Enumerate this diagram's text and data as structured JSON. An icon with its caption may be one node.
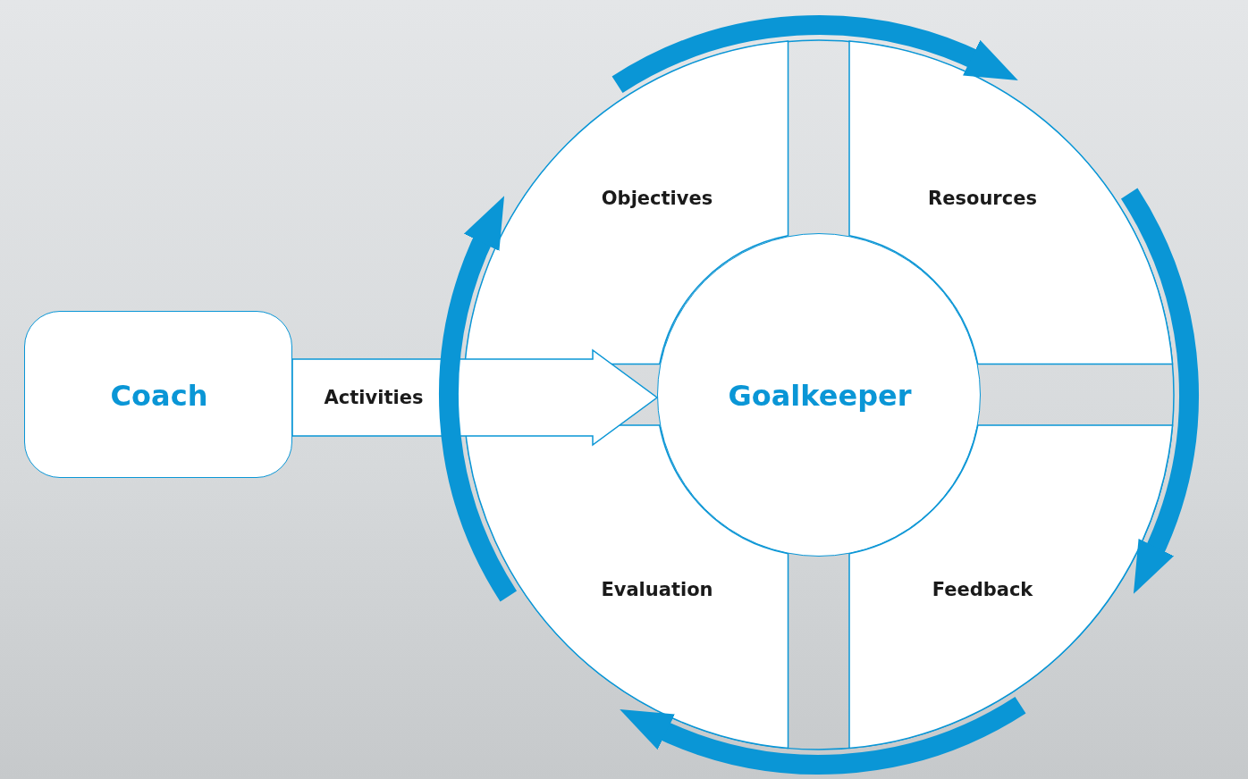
{
  "diagram": {
    "nodes": [
      {
        "text": [
          "Coach"
        ]
      },
      {
        "text": [
          "Goalkeeper"
        ]
      },
      {
        "text": [
          "Objectives"
        ]
      },
      {
        "text": [
          "Resources"
        ]
      },
      {
        "text": [
          "Feedback"
        ]
      },
      {
        "text": [
          "Evaluation"
        ]
      }
    ],
    "edges": [
      {
        "from": 0,
        "to": 1,
        "label": "Activities",
        "arrow": "to"
      },
      {
        "from": 2,
        "to": 3,
        "arrow": "to"
      },
      {
        "from": 3,
        "to": 4,
        "arrow": "to"
      },
      {
        "from": 4,
        "to": 5,
        "arrow": "to"
      },
      {
        "from": 5,
        "to": 2,
        "arrow": "to"
      }
    ]
  }
}
